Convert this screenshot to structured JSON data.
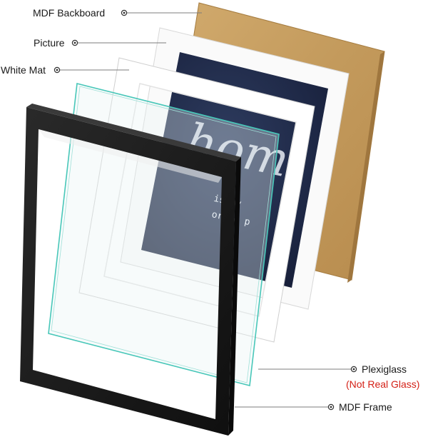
{
  "labels": {
    "backboard": "MDF Backboard",
    "picture": "Picture",
    "mat": "White Mat",
    "plexiglass": "Plexiglass",
    "plexiglass_note": "(Not Real Glass)",
    "frame": "MDF Frame"
  },
  "artwork": {
    "word": "hom",
    "line2": "is my",
    "line3": "orite p"
  },
  "colors": {
    "backboard": "#c8a063",
    "picture_bg": "#1f2a48",
    "mat": "#ffffff",
    "glass_edge": "#48c7b9",
    "frame": "#1b1b1b",
    "note": "#d42016"
  }
}
